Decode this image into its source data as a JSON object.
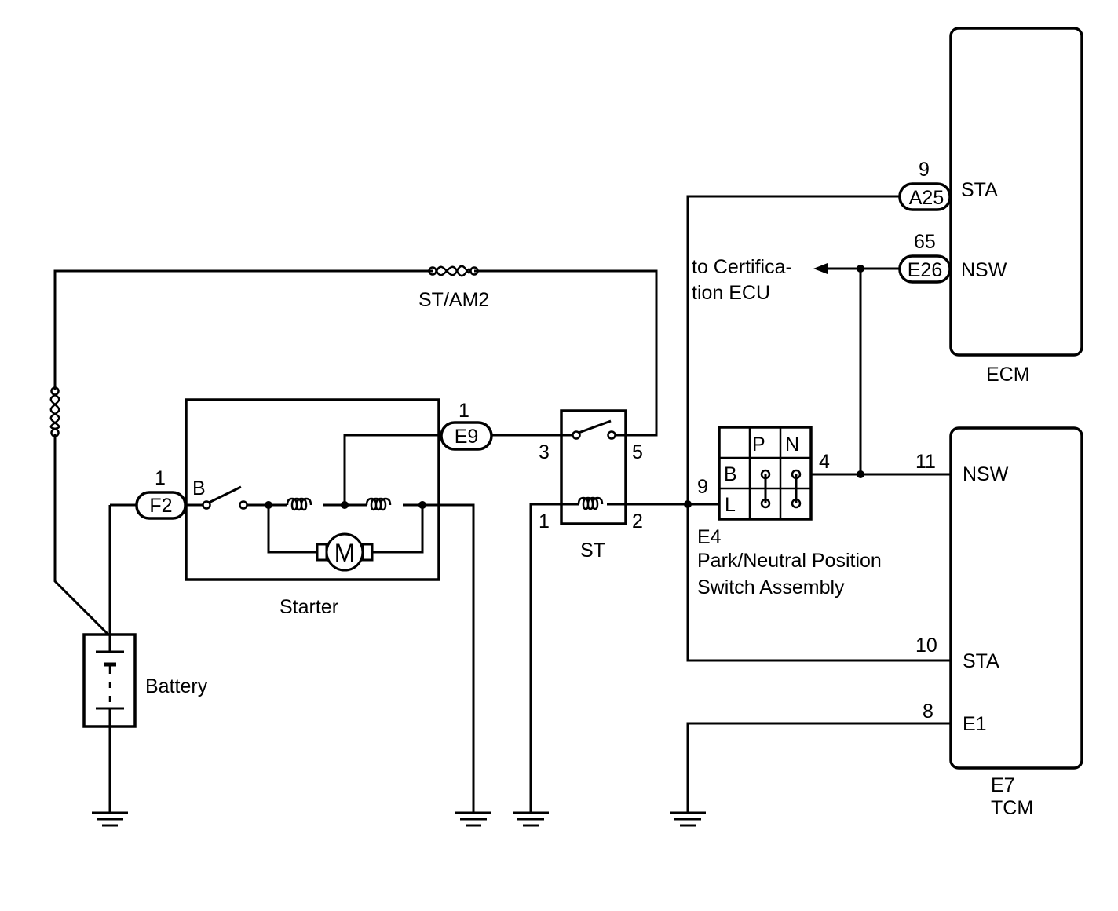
{
  "components": {
    "battery": {
      "label": "Battery"
    },
    "starter": {
      "label": "Starter",
      "terminal": "B",
      "motor": "M"
    },
    "fuse": {
      "label": "ST/AM2"
    },
    "relay": {
      "label": "ST",
      "pins": {
        "p1": "1",
        "p2": "2",
        "p3": "3",
        "p5": "5"
      }
    },
    "pnp_switch": {
      "id": "E4",
      "name_line1": "Park/Neutral Position",
      "name_line2": "Switch Assembly",
      "col_p": "P",
      "col_n": "N",
      "row_b": "B",
      "row_l": "L",
      "pin_in": "9",
      "pin_out": "4"
    },
    "ecm": {
      "label": "ECM",
      "terms": {
        "sta": "STA",
        "nsw": "NSW"
      },
      "pins": {
        "sta": "9",
        "nsw": "65"
      }
    },
    "tcm": {
      "id": "E7",
      "label": "TCM",
      "terms": {
        "nsw": "NSW",
        "sta": "STA",
        "e1": "E1"
      },
      "pins": {
        "nsw": "11",
        "sta": "10",
        "e1": "8"
      }
    }
  },
  "connectors": {
    "f2": {
      "name": "F2",
      "pin": "1"
    },
    "e9": {
      "name": "E9",
      "pin": "1"
    },
    "a25": {
      "name": "A25"
    },
    "e26": {
      "name": "E26"
    }
  },
  "notes": {
    "cert_line1": "to Certifica-",
    "cert_line2": "tion ECU"
  }
}
